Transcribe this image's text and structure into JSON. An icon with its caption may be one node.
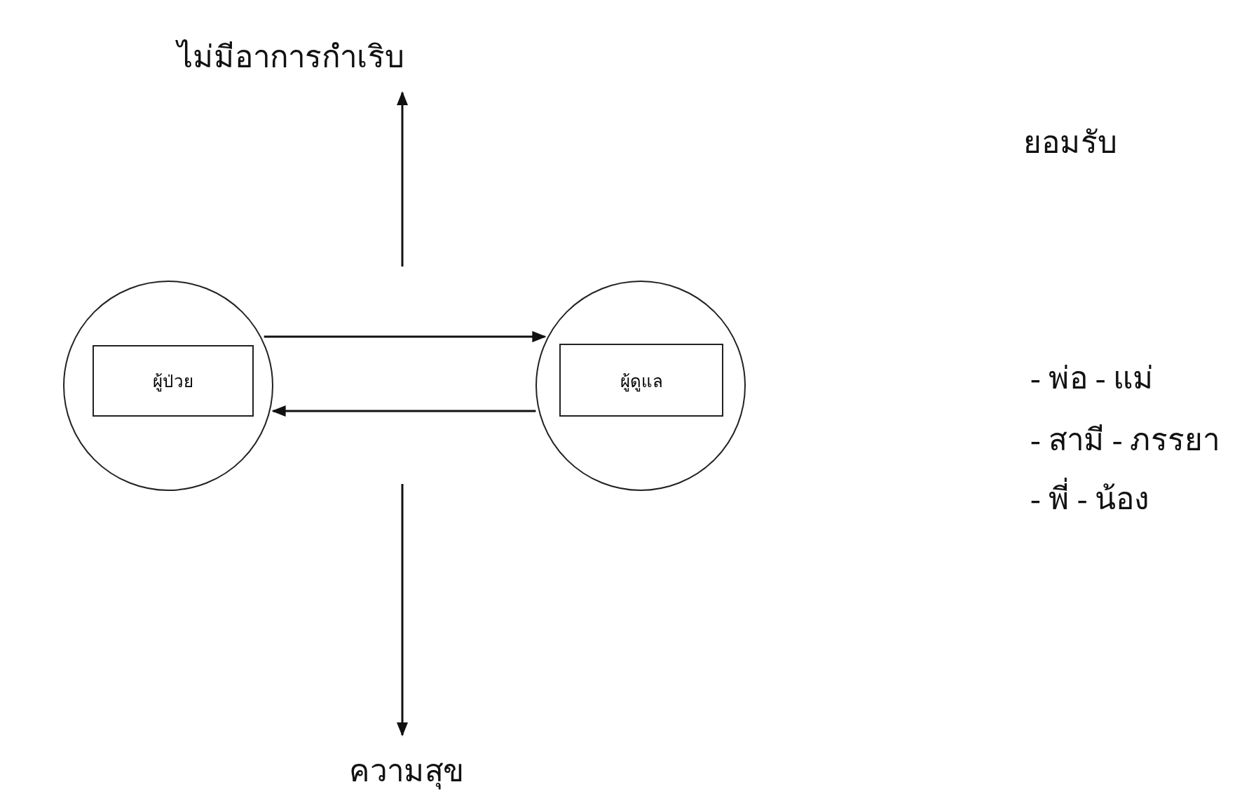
{
  "diagram": {
    "nodes": [
      {
        "text": [
          "ไม่มีอาการกำเริบ"
        ]
      },
      {
        "text": [],
        "shape": "circle"
      },
      {
        "text": [
          "ผู้ป่วย"
        ],
        "in": 1
      },
      {
        "text": [],
        "shape": "circle"
      },
      {
        "text": [
          "ผู้ดูแล"
        ],
        "in": 3
      },
      {
        "text": [
          "ความสุข"
        ]
      }
    ],
    "edges": [
      {
        "from": 1,
        "to": 3,
        "arrow": "to"
      },
      {
        "from": 3,
        "to": 1,
        "arrow": "to"
      },
      {
        "from": null,
        "to": 0,
        "arrow": "to"
      },
      {
        "from": null,
        "to": 5,
        "arrow": "to"
      }
    ],
    "labels": [
      "ยอมรับ",
      "- พ่อ - แม่",
      "- สามี - ภรรยา",
      "- พี่ - น้อง"
    ]
  }
}
